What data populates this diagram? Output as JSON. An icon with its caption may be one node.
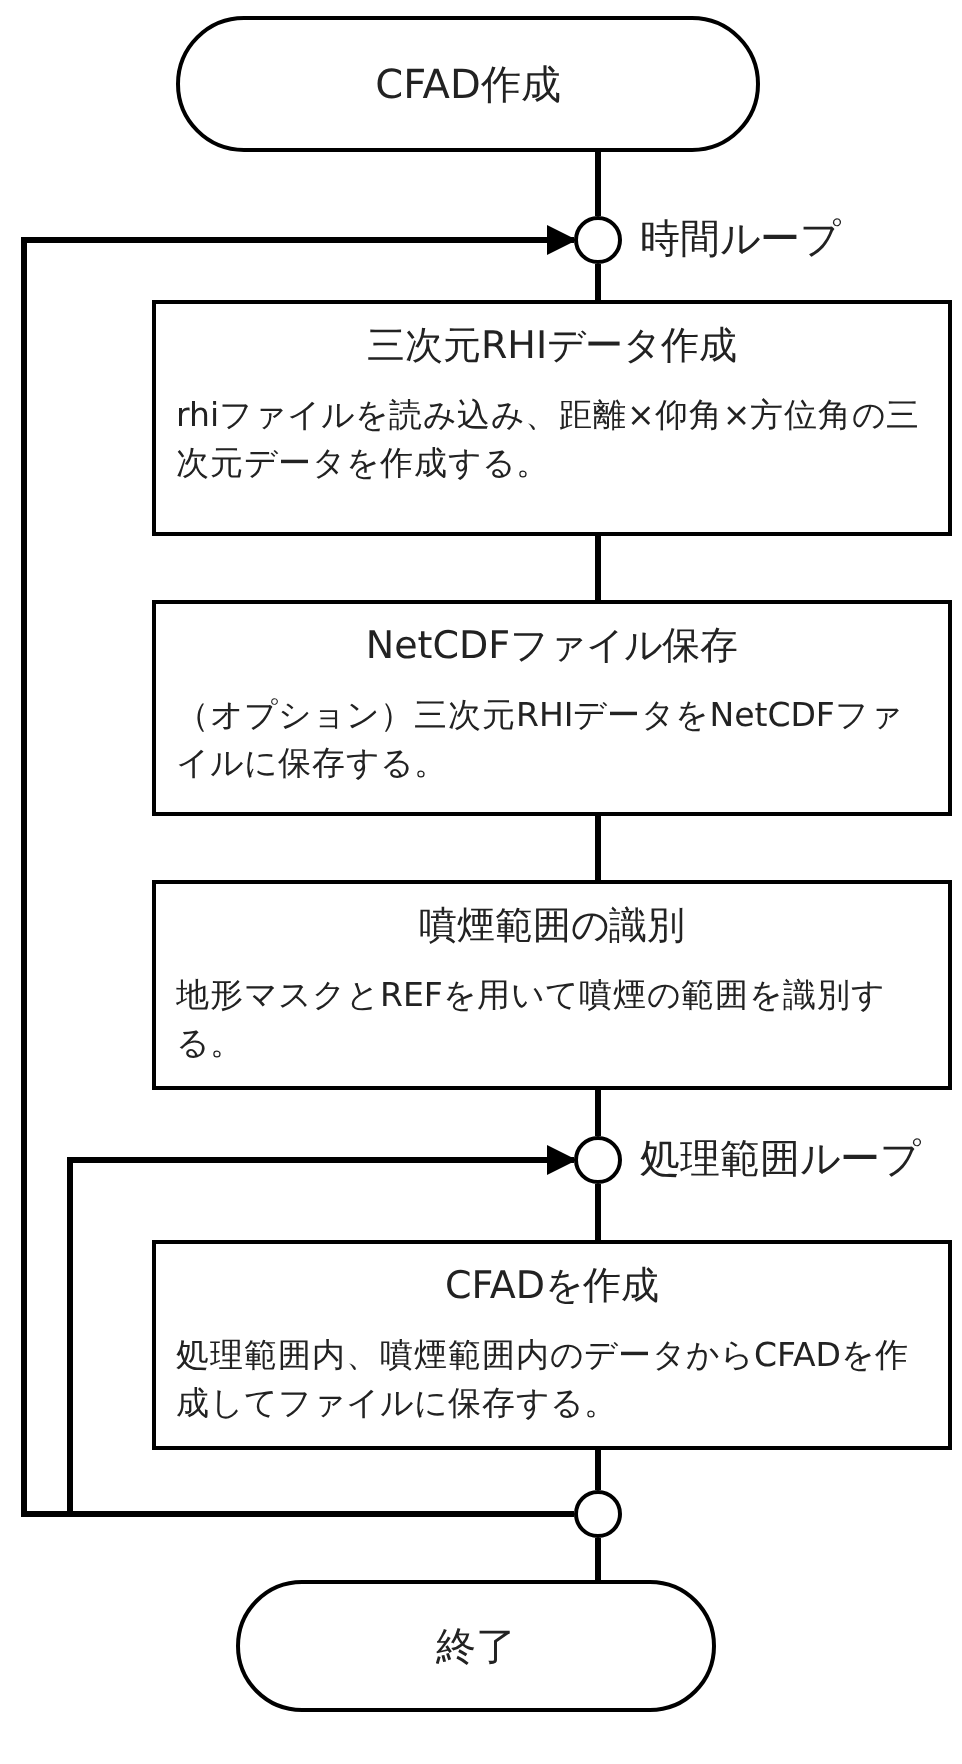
{
  "diagram": {
    "nodes": [
      {
        "text": [
          "CFAD作成"
        ]
      },
      {
        "text": [],
        "shape": "circle",
        "beside": [
          "時間ループ"
        ]
      },
      {
        "text": [
          "三次元RHIデータ作成",
          "rhiファイルを読み込み、距離×仰角×方位角の三次元データを作成する。"
        ]
      },
      {
        "text": [
          "NetCDFファイル保存",
          "（オプション）三次元RHIデータをNetCDFファイルに保存する。"
        ]
      },
      {
        "text": [
          "噴煙範囲の識別",
          "地形マスクとREFを用いて噴煙の範囲を識別する。"
        ]
      },
      {
        "text": [],
        "shape": "circle",
        "beside": [
          "処理範囲ループ"
        ]
      },
      {
        "text": [
          "CFADを作成",
          "処理範囲内、噴煙範囲内のデータからCFADを作成してファイルに保存する。"
        ]
      },
      {
        "text": [],
        "shape": "circle"
      },
      {
        "text": [
          "終了"
        ]
      }
    ],
    "edges": [
      {
        "from": 0,
        "to": 1,
        "arrow": "none"
      },
      {
        "from": 1,
        "to": 2,
        "arrow": "none"
      },
      {
        "from": 2,
        "to": 3,
        "arrow": "none"
      },
      {
        "from": 3,
        "to": 4,
        "arrow": "none"
      },
      {
        "from": 4,
        "to": 5,
        "arrow": "none"
      },
      {
        "from": 5,
        "to": 6,
        "arrow": "none"
      },
      {
        "from": 6,
        "to": 7,
        "arrow": "none"
      },
      {
        "from": 7,
        "to": 8,
        "arrow": "none"
      },
      {
        "from": 7,
        "to": 1,
        "arrow": "to"
      },
      {
        "from": 7,
        "to": 5,
        "arrow": "to"
      }
    ]
  }
}
